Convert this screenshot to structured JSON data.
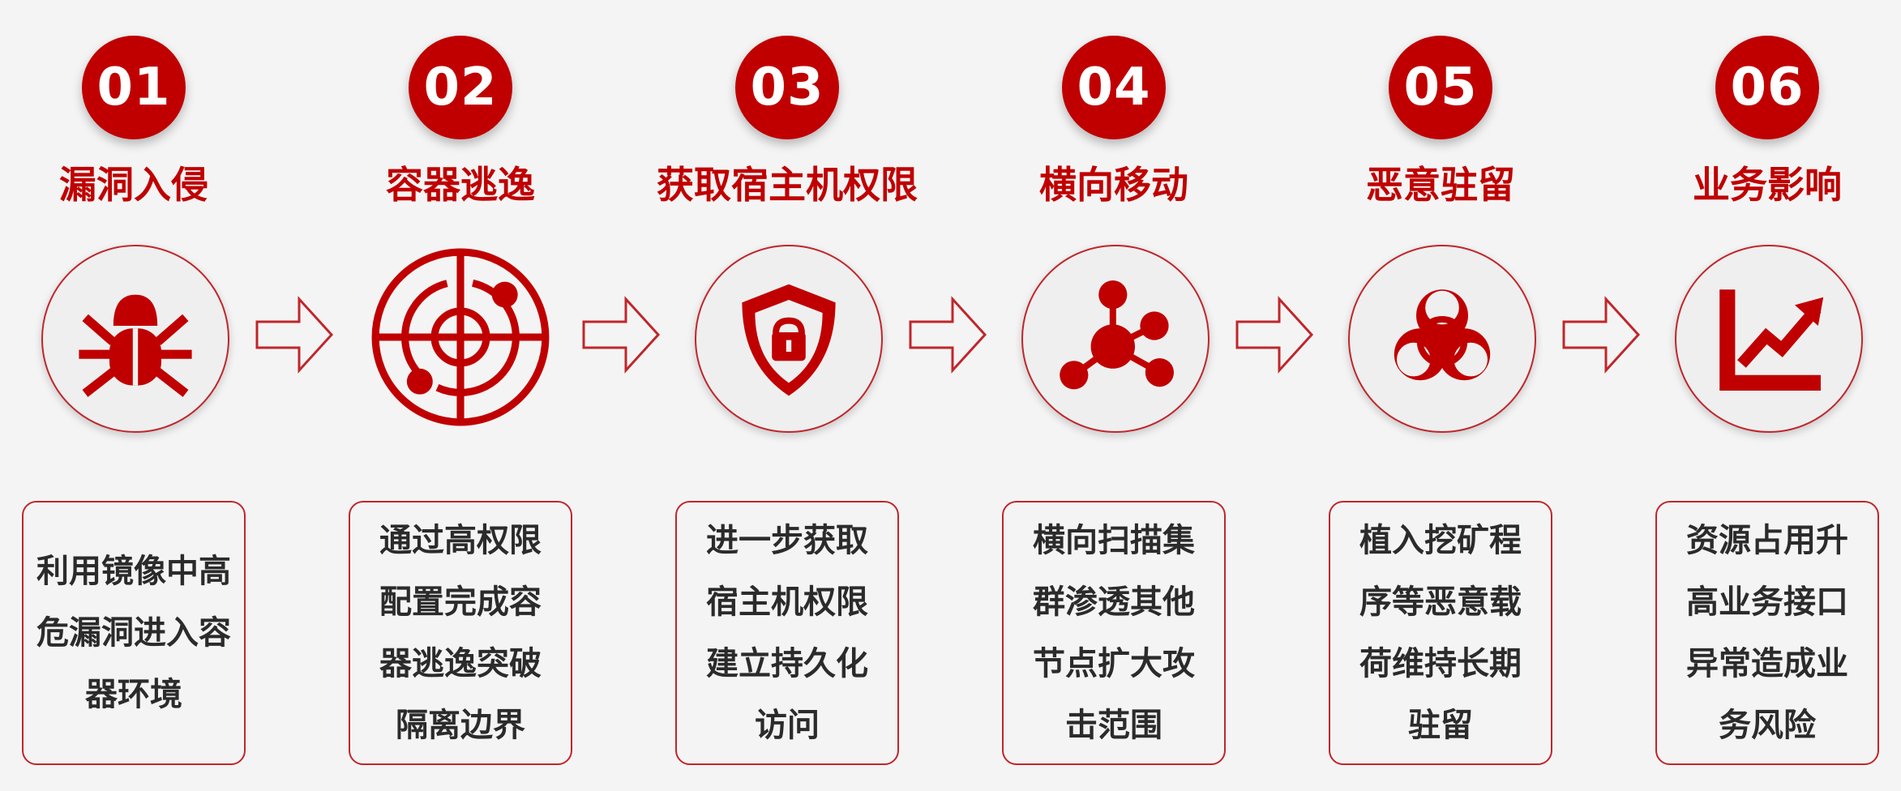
{
  "steps": [
    {
      "number": "01",
      "title": "漏洞入侵",
      "icon": "bug-icon",
      "desc": "利用镜像中高危漏洞进入容器环境"
    },
    {
      "number": "02",
      "title": "容器逃逸",
      "icon": "radar-target-icon",
      "desc": "通过高权限配置完成容器逃逸突破隔离边界"
    },
    {
      "number": "03",
      "title": "获取宿主机权限",
      "icon": "shield-lock-icon",
      "desc": "进一步获取宿主机权限建立持久化访问"
    },
    {
      "number": "04",
      "title": "横向移动",
      "icon": "network-nodes-icon",
      "desc": "横向扫描集群渗透其他节点扩大攻击范围"
    },
    {
      "number": "05",
      "title": "恶意驻留",
      "icon": "biohazard-icon",
      "desc": "植入挖矿程序等恶意载荷维持长期驻留"
    },
    {
      "number": "06",
      "title": "业务影响",
      "icon": "trend-chart-icon",
      "desc": "资源占用升高业务接口异常造成业务风险"
    }
  ],
  "colors": {
    "accent": "#c00000",
    "border": "#c0262b",
    "text": "#2b2b2b",
    "background": "#f4f4f4"
  }
}
